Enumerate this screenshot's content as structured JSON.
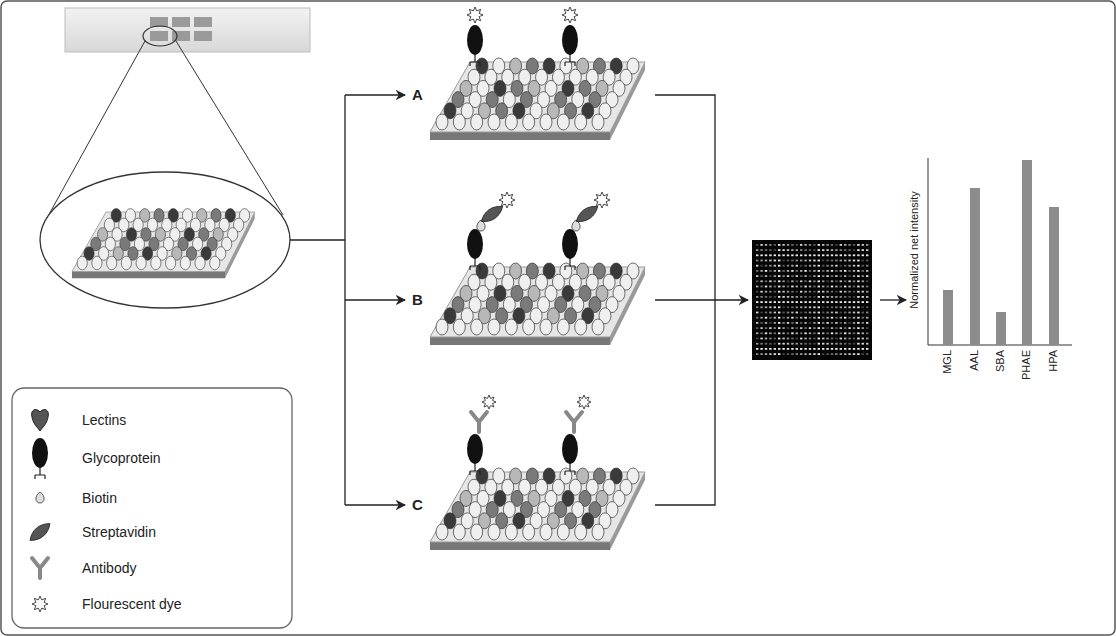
{
  "diagram": {
    "labels": [
      "A",
      "B",
      "C",
      "Normalized net intensity",
      "MGL",
      "AAL",
      "SBA",
      "PHAE",
      "HPA"
    ],
    "legend": [
      {
        "text": "Lectins"
      },
      {
        "text": "Glycoprotein"
      },
      {
        "text": "Biotin"
      },
      {
        "text": "Streptavidin"
      },
      {
        "text": "Antibody"
      },
      {
        "text": "Flourescent dye"
      }
    ]
  }
}
